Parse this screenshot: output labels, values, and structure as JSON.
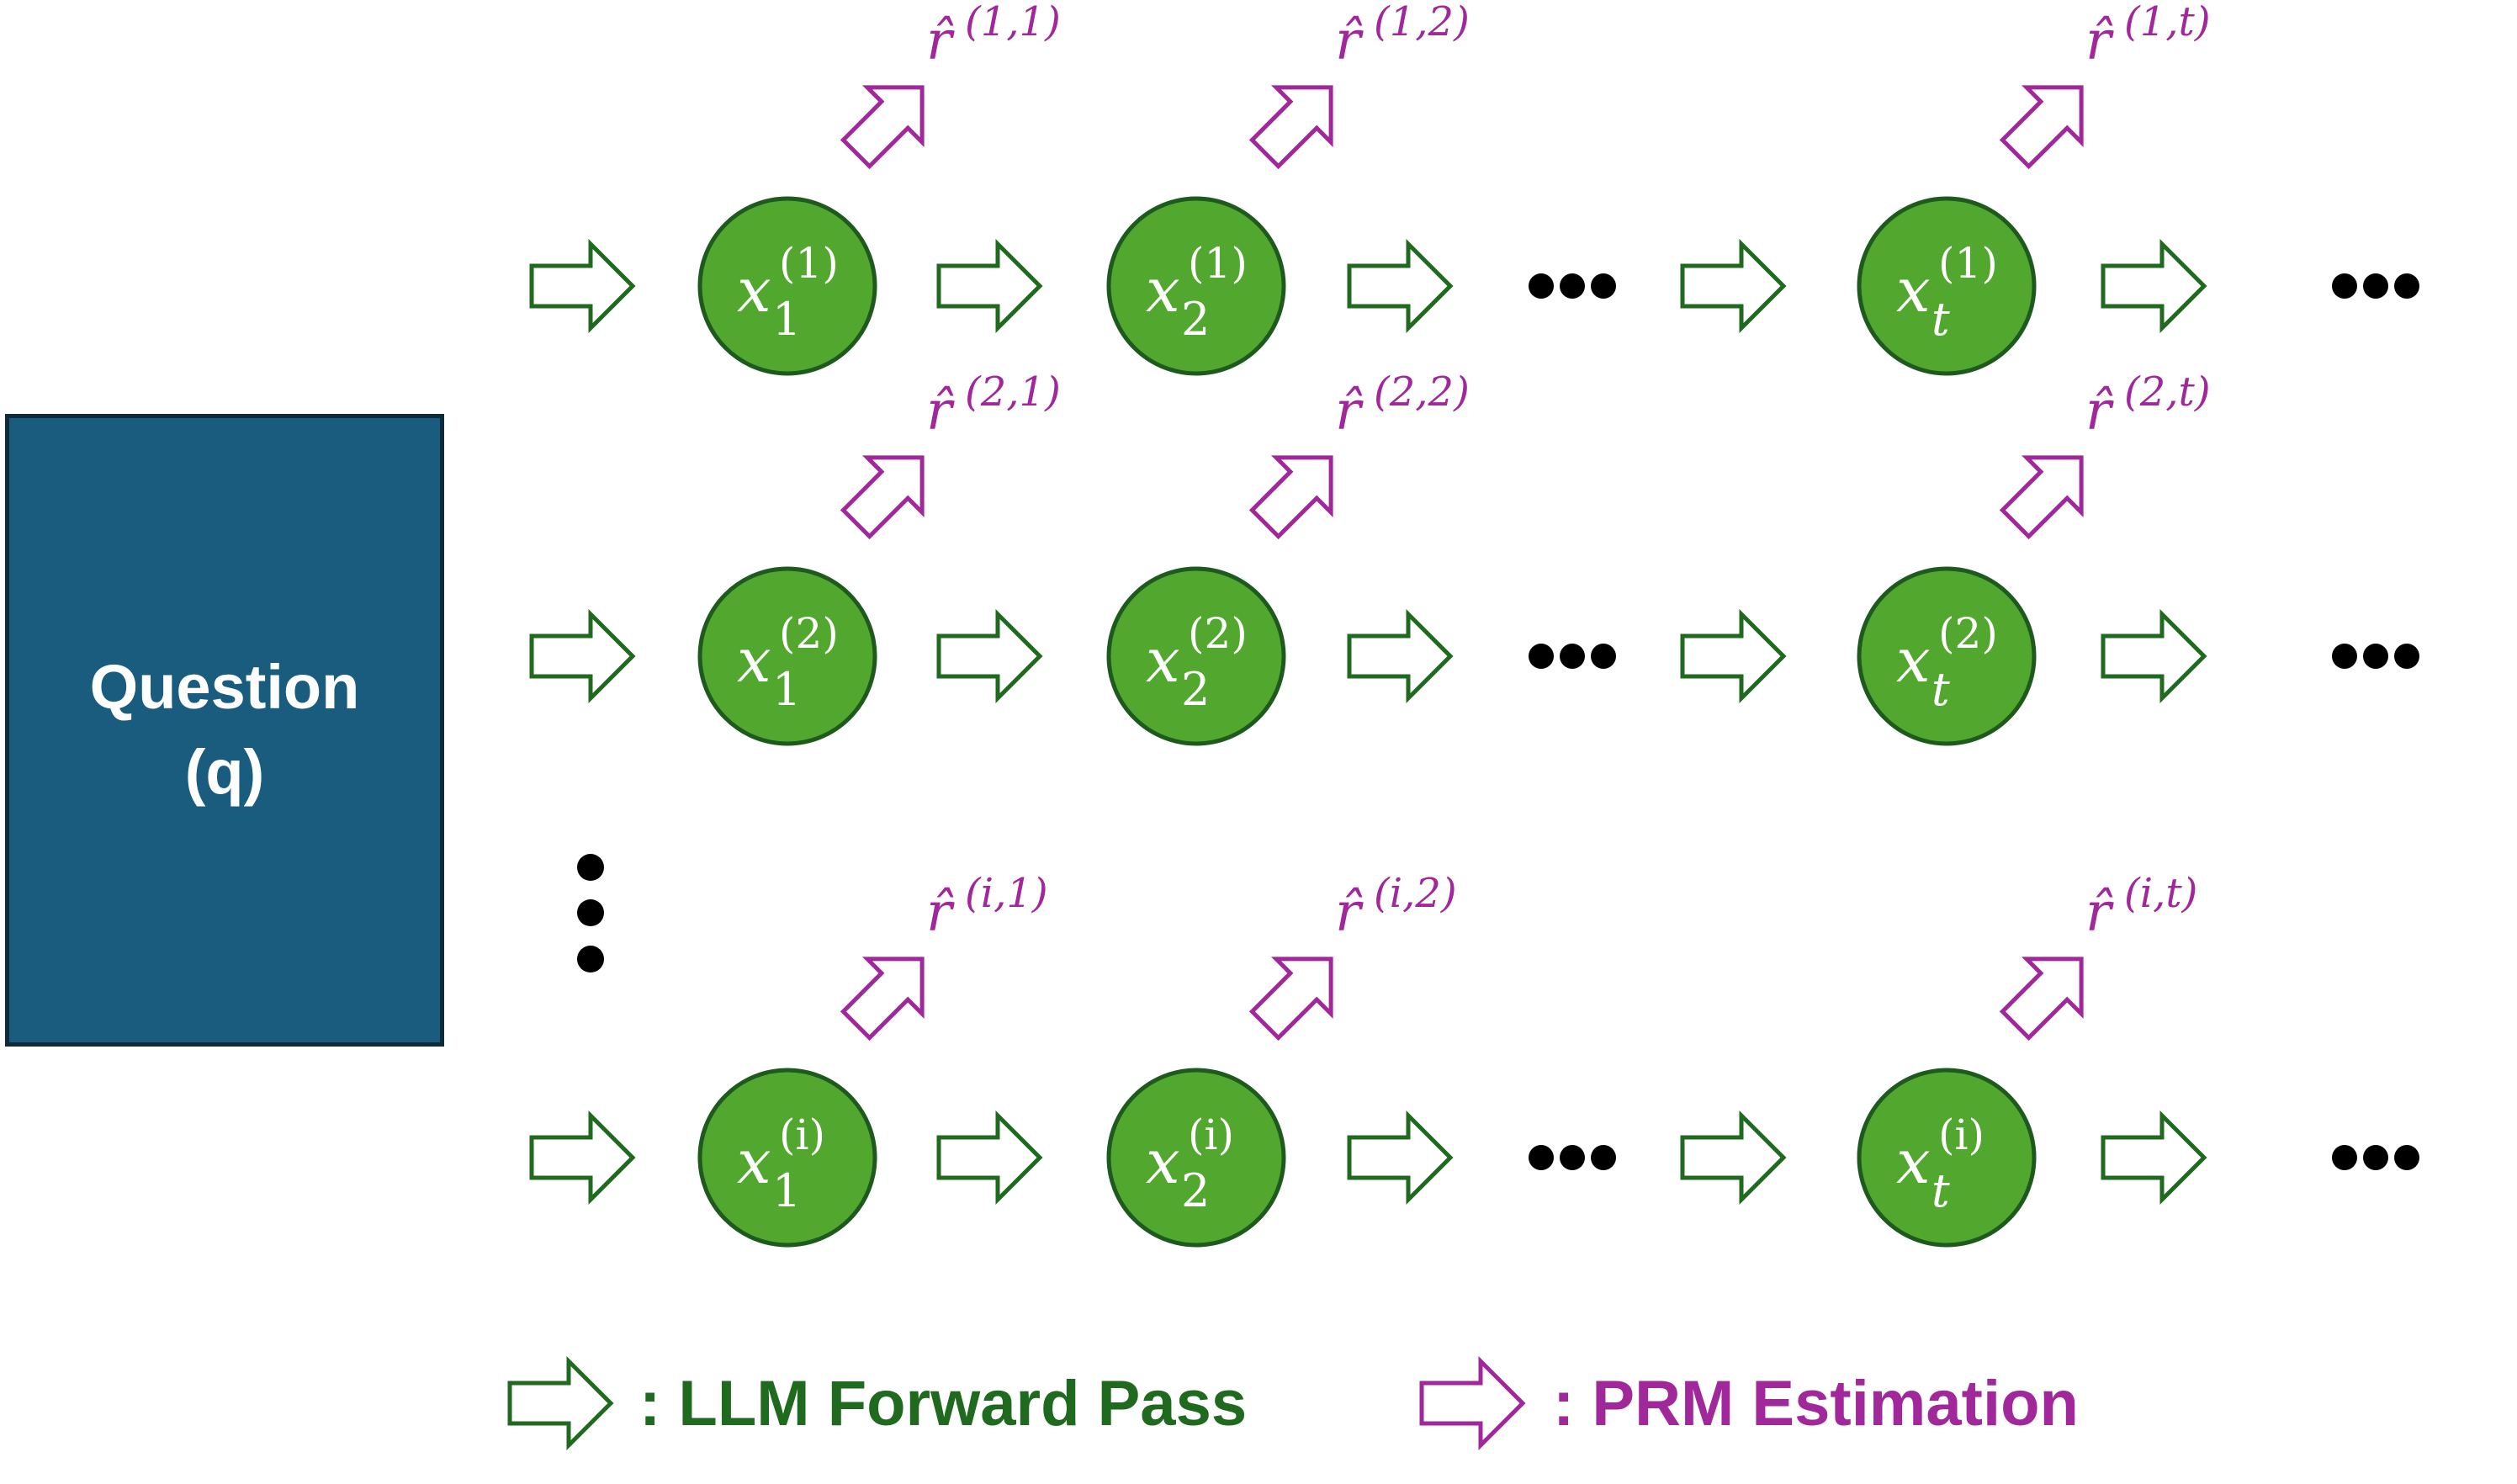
{
  "question_box": {
    "line1": "Question",
    "line2": "(q)"
  },
  "colors": {
    "node_fill": "#52a82e",
    "node_stroke": "#1e5a1e",
    "forward_arrow": "#1f6a1f",
    "prm_arrow": "#a0289a",
    "question_fill": "#1a5c7e",
    "question_border": "#0f2b3a",
    "dots": "#000000"
  },
  "rows": [
    {
      "superscript": "(1)",
      "nodes": [
        "1",
        "2",
        "t"
      ],
      "rewards": [
        "(1,1)",
        "(1,2)",
        "(1,t)"
      ]
    },
    {
      "superscript": "(2)",
      "nodes": [
        "1",
        "2",
        "t"
      ],
      "rewards": [
        "(2,1)",
        "(2,2)",
        "(2,t)"
      ]
    },
    {
      "superscript": "(i)",
      "nodes": [
        "1",
        "2",
        "t"
      ],
      "rewards": [
        "(i,1)",
        "(i,2)",
        "(i,t)"
      ]
    }
  ],
  "node_symbol": "x",
  "reward_symbol": "r̂",
  "legend": {
    "forward_label": ": LLM Forward Pass",
    "prm_label": ": PRM Estimation"
  },
  "icons": {
    "forward": "hollow-right-arrow-icon",
    "prm": "hollow-diagonal-arrow-icon",
    "ellipsis": "ellipsis-dots"
  }
}
